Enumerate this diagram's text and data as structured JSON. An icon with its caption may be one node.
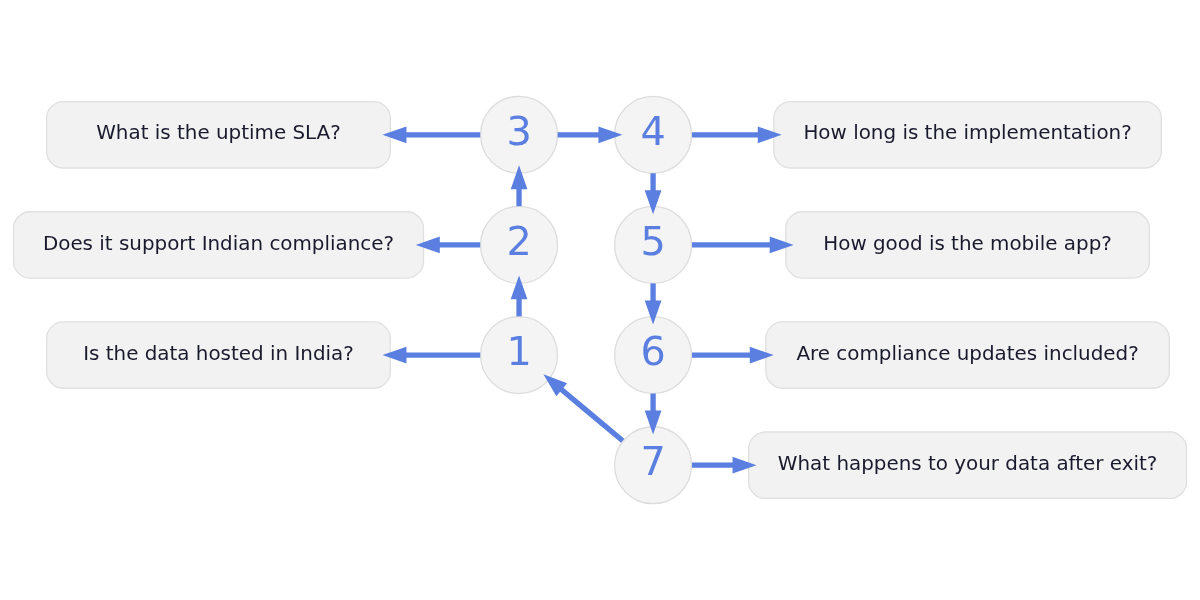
{
  "diagram": {
    "nodes": [
      {
        "text": [
          "1"
        ]
      },
      {
        "text": [
          "2"
        ]
      },
      {
        "text": [
          "3"
        ]
      },
      {
        "text": [
          "4"
        ]
      },
      {
        "text": [
          "5"
        ]
      },
      {
        "text": [
          "6"
        ]
      },
      {
        "text": [
          "7"
        ]
      },
      {
        "text": [
          "Is the data hosted in India?"
        ]
      },
      {
        "text": [
          "Does it support Indian compliance?"
        ]
      },
      {
        "text": [
          "What is the uptime SLA?"
        ]
      },
      {
        "text": [
          "How long is the implementation?"
        ]
      },
      {
        "text": [
          "How good is the mobile app?"
        ]
      },
      {
        "text": [
          "Are compliance updates included?"
        ]
      },
      {
        "text": [
          "What happens to your data after exit?"
        ]
      }
    ],
    "edges": [
      {
        "from": 0,
        "to": 1,
        "arrow": "to"
      },
      {
        "from": 1,
        "to": 2,
        "arrow": "to"
      },
      {
        "from": 2,
        "to": 3,
        "arrow": "to"
      },
      {
        "from": 3,
        "to": 4,
        "arrow": "to"
      },
      {
        "from": 4,
        "to": 5,
        "arrow": "to"
      },
      {
        "from": 5,
        "to": 6,
        "arrow": "to"
      },
      {
        "from": 6,
        "to": 0,
        "arrow": "to"
      },
      {
        "from": 0,
        "to": 7,
        "arrow": "to"
      },
      {
        "from": 1,
        "to": 8,
        "arrow": "to"
      },
      {
        "from": 2,
        "to": 9,
        "arrow": "to"
      },
      {
        "from": 3,
        "to": 10,
        "arrow": "to"
      },
      {
        "from": 4,
        "to": 11,
        "arrow": "to"
      },
      {
        "from": 5,
        "to": 12,
        "arrow": "to"
      },
      {
        "from": 6,
        "to": 13,
        "arrow": "to"
      }
    ]
  }
}
